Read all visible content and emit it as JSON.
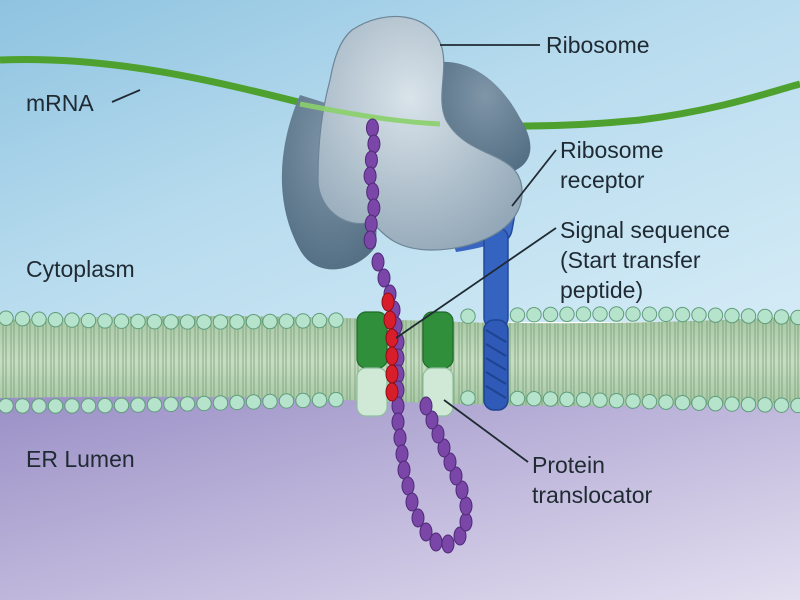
{
  "labels": {
    "mrna": "mRNA",
    "ribosome": "Ribosome",
    "ribosome_receptor": [
      "Ribosome",
      "receptor"
    ],
    "signal_sequence": [
      "Signal sequence",
      "(Start transfer",
      "peptide)"
    ],
    "cytoplasm": "Cytoplasm",
    "er_lumen": "ER Lumen",
    "protein_translocator": [
      "Protein",
      "translocator"
    ]
  },
  "colors": {
    "cytoplasm": "#b9dced",
    "lumen": "#b3a9d2",
    "membrane_head": "#b6e3cc",
    "mrna": "#5cb536",
    "ribosome": "#9db1bf",
    "receptor": "#3563c0",
    "polypeptide": "#7a46a8",
    "signal_peptide": "#d81e2a",
    "translocator_top": "#2f8f3a",
    "translocator_bottom": "#cfe9d6"
  }
}
